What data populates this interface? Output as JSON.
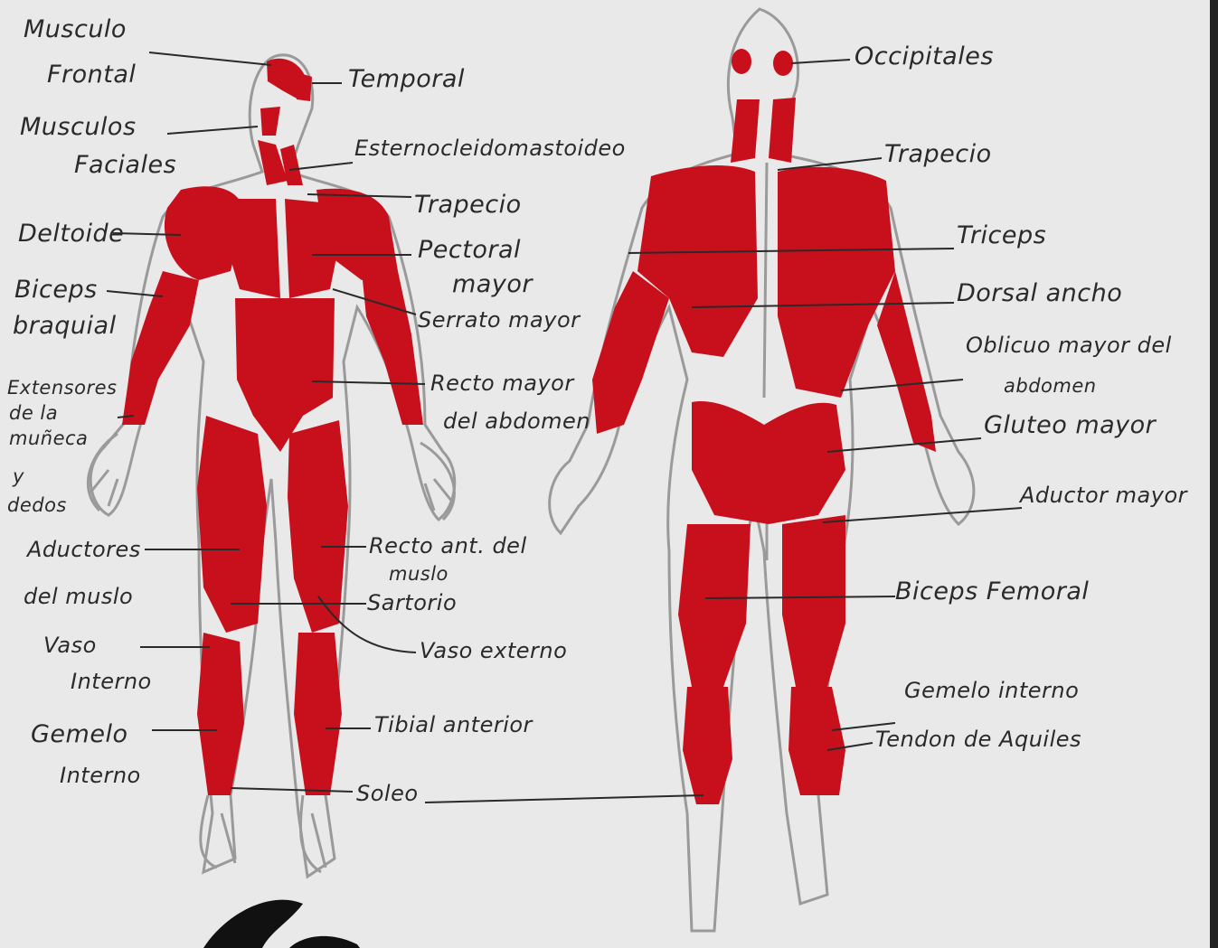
{
  "colors": {
    "paper": "#e9e9ea",
    "muscle": "#c8101d",
    "pencil": "#9a9a9a",
    "ink": "#2a2a2a"
  },
  "front_labels": {
    "frontal": [
      "Musculo",
      "Frontal"
    ],
    "temporal": "Temporal",
    "faciales": [
      "Musculos",
      "Faciales"
    ],
    "esterno": "Esternocleidomastoideo",
    "trapecio": "Trapecio",
    "deltoide": "Deltoide",
    "pectoral": [
      "Pectoral",
      "mayor"
    ],
    "biceps": [
      "Biceps",
      "braquial"
    ],
    "serrato": "Serrato mayor",
    "extensores": [
      "Extensores",
      "de la",
      "muñeca",
      "y",
      "dedos"
    ],
    "recto_abdomen": [
      "Recto mayor",
      "del abdomen"
    ],
    "aductores": [
      "Aductores",
      "del muslo"
    ],
    "recto_muslo": [
      "Recto ant. del",
      "muslo"
    ],
    "sartorio": "Sartorio",
    "vaso_interno": [
      "Vaso",
      "Interno"
    ],
    "vaso_externo": "Vaso externo",
    "gemelo_interno": [
      "Gemelo",
      "Interno"
    ],
    "tibial": "Tibial anterior",
    "soleo": "Soleo"
  },
  "back_labels": {
    "occipitales": "Occipitales",
    "trapecio": "Trapecio",
    "triceps": "Triceps",
    "dorsal": "Dorsal ancho",
    "oblicuo": [
      "Oblicuo mayor del",
      "abdomen"
    ],
    "gluteo": "Gluteo mayor",
    "aductor": "Aductor mayor",
    "biceps_femoral": "Biceps Femoral",
    "gemelo_interno": "Gemelo interno",
    "tendon": "Tendon de Aquiles"
  }
}
